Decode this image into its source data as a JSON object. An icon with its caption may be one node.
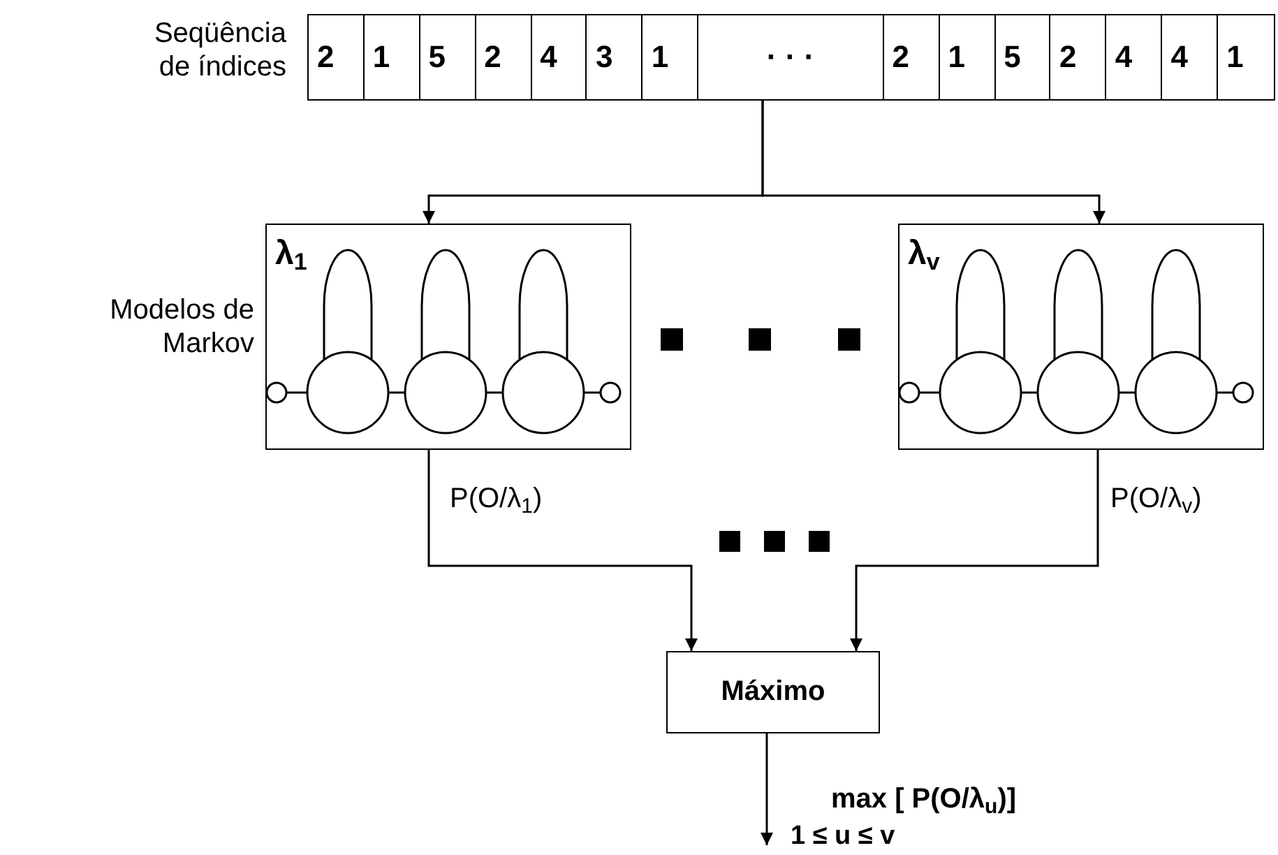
{
  "diagram": {
    "nodes": [
      {
        "text": [
          "2",
          "1",
          "5",
          "2",
          "4",
          "3",
          "1",
          "· · ·",
          "2",
          "1",
          "5",
          "2",
          "4",
          "4",
          "1"
        ],
        "beside": [
          "Seqüência de índices"
        ]
      },
      {
        "text": [
          "λ$_{1}$"
        ]
      },
      {
        "text": [
          "λ$_{v}$"
        ]
      },
      {
        "text": [
          "Máximo"
        ]
      }
    ],
    "edges": [
      {
        "from": 0,
        "to": 1,
        "arrow": "to"
      },
      {
        "from": 0,
        "to": 2,
        "arrow": "to"
      },
      {
        "from": 1,
        "to": 3,
        "arrow": "to",
        "label": "P(O/λ$_{1}$)"
      },
      {
        "from": 2,
        "to": 3,
        "arrow": "to",
        "label": "P(O/λ$_{v}$)"
      },
      {
        "from": 3,
        "to": null,
        "arrow": "to",
        "label": "max [ P(O/λ$_{u}$)]"
      }
    ],
    "labels": [
      "Modelos de Markov",
      "1 ≤ u ≤ v"
    ]
  }
}
